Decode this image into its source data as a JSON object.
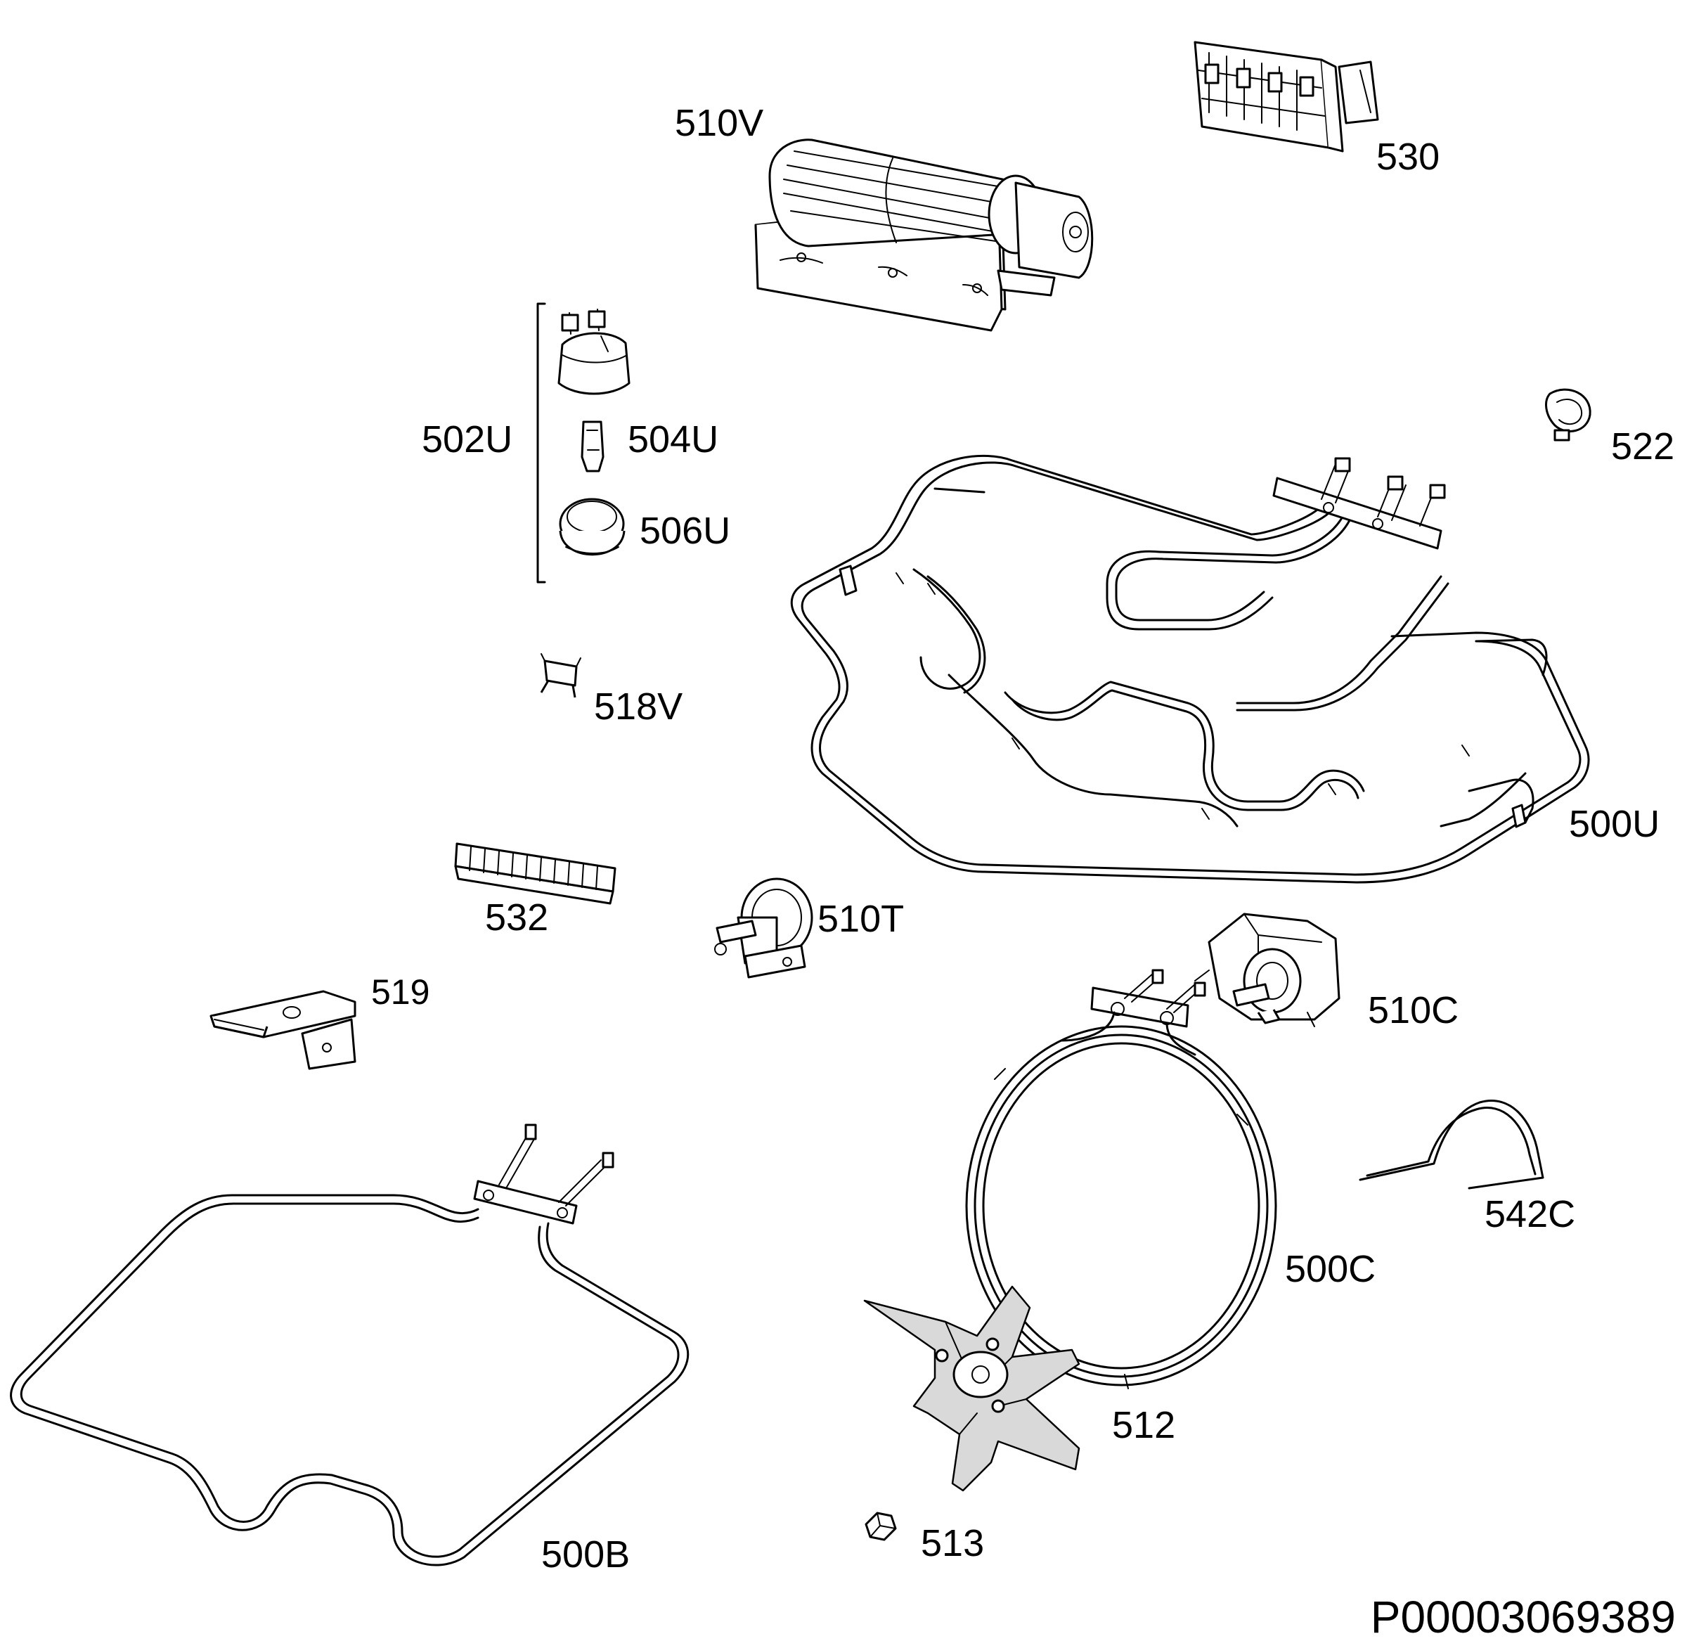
{
  "diagram": {
    "document_id": "P00003069389",
    "parts": [
      {
        "ref": "510V",
        "part": "tangential-fan"
      },
      {
        "ref": "530",
        "part": "terminal-block"
      },
      {
        "ref": "502U",
        "part": "lamp-assembly-bracket"
      },
      {
        "ref": "504U",
        "part": "lamp-bulb"
      },
      {
        "ref": "506U",
        "part": "lamp-cover"
      },
      {
        "ref": "522",
        "part": "clamp-ring"
      },
      {
        "ref": "518V",
        "part": "clip"
      },
      {
        "ref": "500U",
        "part": "upper-heating-element"
      },
      {
        "ref": "532",
        "part": "connector-strip"
      },
      {
        "ref": "510T",
        "part": "timer-motor"
      },
      {
        "ref": "519",
        "part": "bracket"
      },
      {
        "ref": "510C",
        "part": "fan-motor"
      },
      {
        "ref": "542C",
        "part": "spring-clip"
      },
      {
        "ref": "500C",
        "part": "circular-heating-element"
      },
      {
        "ref": "500B",
        "part": "bottom-heating-element"
      },
      {
        "ref": "512",
        "part": "fan-blade"
      },
      {
        "ref": "513",
        "part": "nut"
      }
    ]
  }
}
